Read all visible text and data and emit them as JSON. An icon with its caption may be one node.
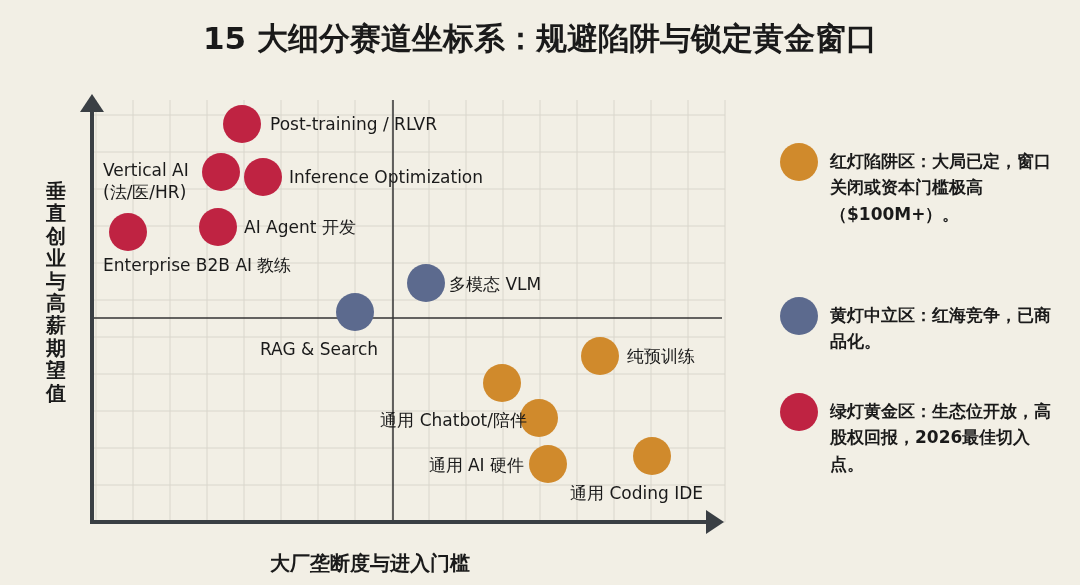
{
  "diagram": {
    "title": "15 大细分赛道坐标系：规避陷阱与锁定黄金窗口",
    "nodes": [
      {
        "text": [],
        "shape": "circle",
        "beside": [
          "Post-training / RLVR"
        ]
      },
      {
        "text": [],
        "shape": "circle",
        "beside": [
          "Vertical AI (法/医/HR)"
        ]
      },
      {
        "text": [],
        "shape": "circle",
        "beside": [
          "Inference Optimization"
        ]
      },
      {
        "text": [],
        "shape": "circle",
        "beside": [
          "Enterprise B2B AI 教练"
        ]
      },
      {
        "text": [],
        "shape": "circle",
        "beside": [
          "AI Agent 开发"
        ]
      },
      {
        "text": [],
        "shape": "circle",
        "beside": [
          "多模态 VLM"
        ]
      },
      {
        "text": [],
        "shape": "circle",
        "beside": [
          "RAG & Search"
        ]
      },
      {
        "text": [],
        "shape": "circle",
        "beside": [
          "纯预训练"
        ]
      },
      {
        "text": [],
        "shape": "circle"
      },
      {
        "text": [],
        "shape": "circle",
        "beside": [
          "通用 Chatbot/陪伴"
        ]
      },
      {
        "text": [],
        "shape": "circle",
        "beside": [
          "通用 AI 硬件"
        ]
      },
      {
        "text": [],
        "shape": "circle",
        "beside": [
          "通用 Coding IDE"
        ]
      }
    ],
    "labels": [
      "垂直创业与高薪期望值",
      "大厂垄断度与进入门槛"
    ],
    "legend": [
      {
        "text": "红灯陷阱区：大局已定，窗口关闭或资本门槛极高（$100M+）。",
        "color": "#d08a2c"
      },
      {
        "text": "黄灯中立区：红海竞争，已商品化。",
        "color": "#5c6a8e"
      },
      {
        "text": "绿灯黄金区：生态位开放，高股权回报，2026最佳切入点。",
        "color": "#bf2342"
      }
    ]
  }
}
